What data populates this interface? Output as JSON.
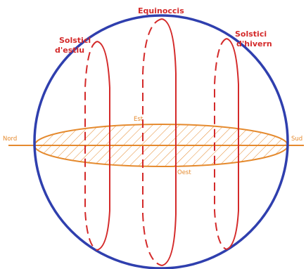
{
  "diagram": {
    "labels": {
      "equinoccis": "Equinoccis",
      "solstici_estiu_line1": "Solstici",
      "solstici_estiu_line2": "d'estiu",
      "solstici_hivern_line1": "Solstici",
      "solstici_hivern_line2": "d'hivern",
      "nord": "Nord",
      "sud": "Sud",
      "est": "Est",
      "oest": "Oest"
    },
    "colors": {
      "sphere": "#2f3fae",
      "sun_paths": "#d42a2a",
      "horizon": "#e58a2e"
    }
  }
}
